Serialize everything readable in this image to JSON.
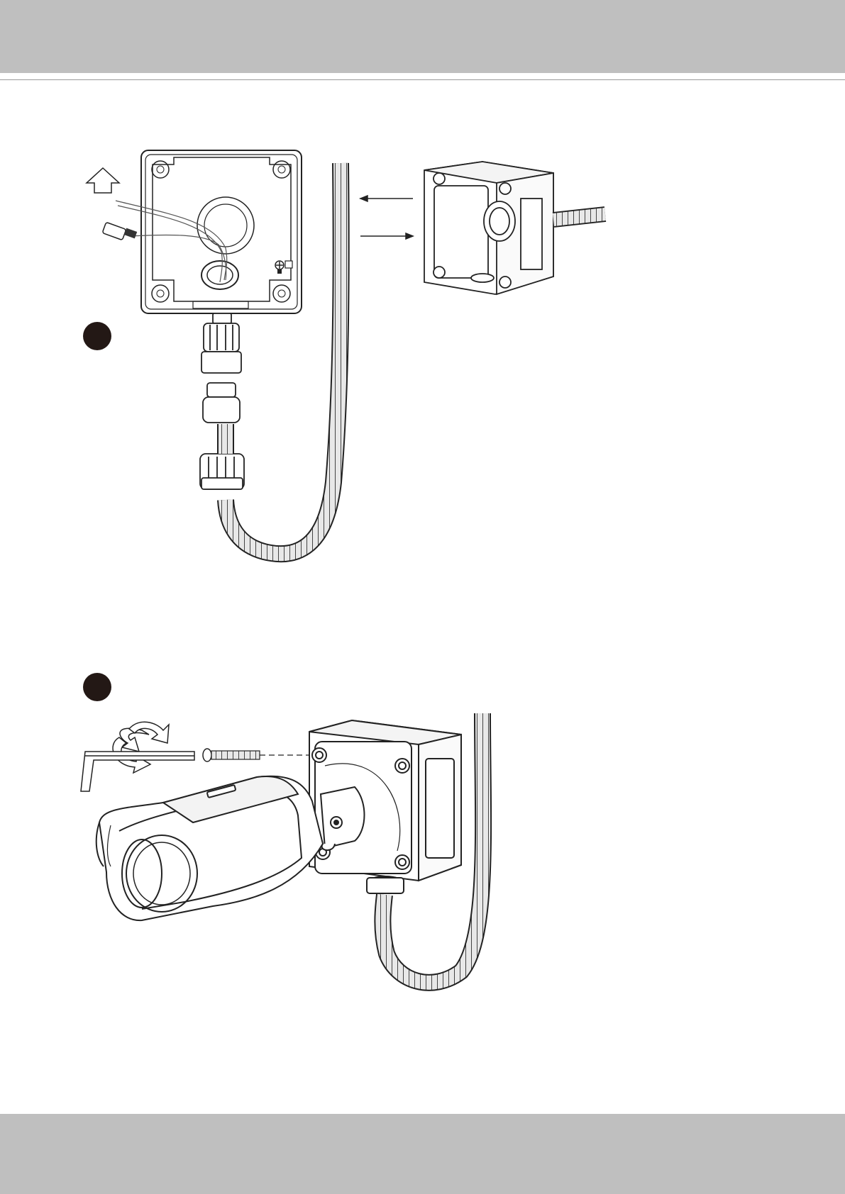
{
  "page": {
    "header_color": "#bfbfbf",
    "footer_color": "#bfbfbf"
  },
  "figure1": {
    "step_label": "",
    "icons": [
      "up-arrow-icon",
      "rj45-connector-icon",
      "grounding-screw-icon",
      "open-junction-box",
      "corrugated-conduit"
    ]
  },
  "figure2": {
    "step_label": "",
    "icons": [
      "rotate-icon",
      "hex-key-icon",
      "screw-icon",
      "bullet-camera",
      "junction-box",
      "corrugated-conduit"
    ]
  }
}
